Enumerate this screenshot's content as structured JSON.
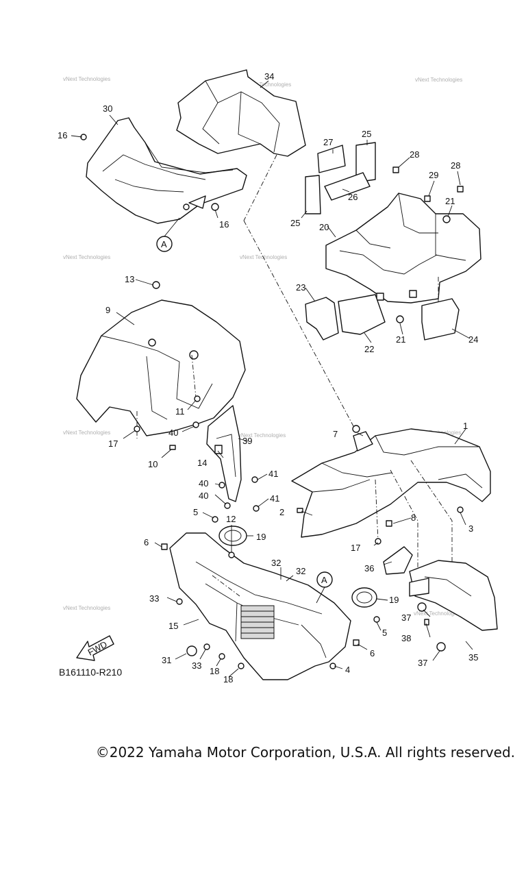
{
  "diagram_code": "B161110-R210",
  "copyright": "©2022 Yamaha Motor Corporation, U.S.A. All rights reserved.",
  "watermark": "vNext Technologies",
  "fwd_label": "FWD",
  "ref_letter": "A",
  "callouts": [
    "1",
    "2",
    "3",
    "4",
    "5",
    "5",
    "6",
    "6",
    "7",
    "8",
    "9",
    "10",
    "11",
    "12",
    "13",
    "14",
    "15",
    "16",
    "16",
    "17",
    "17",
    "18",
    "18",
    "19",
    "19",
    "20",
    "21",
    "21",
    "22",
    "23",
    "24",
    "25",
    "25",
    "26",
    "27",
    "28",
    "28",
    "29",
    "30",
    "31",
    "32",
    "32",
    "33",
    "33",
    "34",
    "35",
    "36",
    "37",
    "37",
    "38",
    "39",
    "40",
    "40",
    "40",
    "41",
    "41"
  ]
}
